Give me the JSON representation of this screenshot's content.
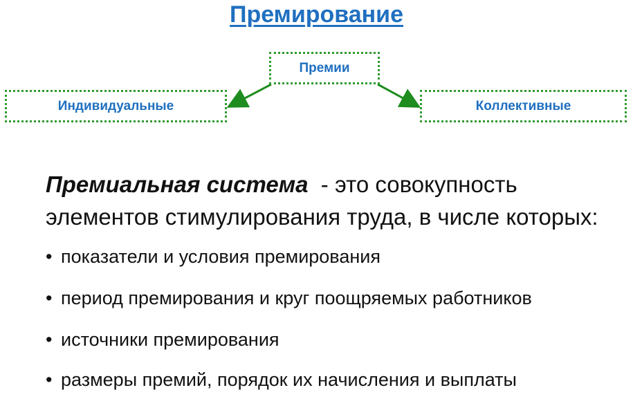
{
  "title": "Премирование",
  "diagram": {
    "root": "Премии",
    "left": "Индивидуальные",
    "right": "Коллективные"
  },
  "definition": {
    "term": "Премиальная система",
    "line1_rest": "  - это совокупность",
    "line2": "элементов стимулирования труда, в числе которых:"
  },
  "items": [
    "показатели и условия премирования",
    "период премирования и круг поощряемых работников",
    "источники премирования",
    "размеры премий, порядок их начисления и выплаты"
  ],
  "colors": {
    "heading": "#1f6fc0",
    "box_border": "#2f9a2f",
    "arrow": "#1e8c1e",
    "text": "#111111"
  },
  "icons": {
    "bullet": "•"
  }
}
